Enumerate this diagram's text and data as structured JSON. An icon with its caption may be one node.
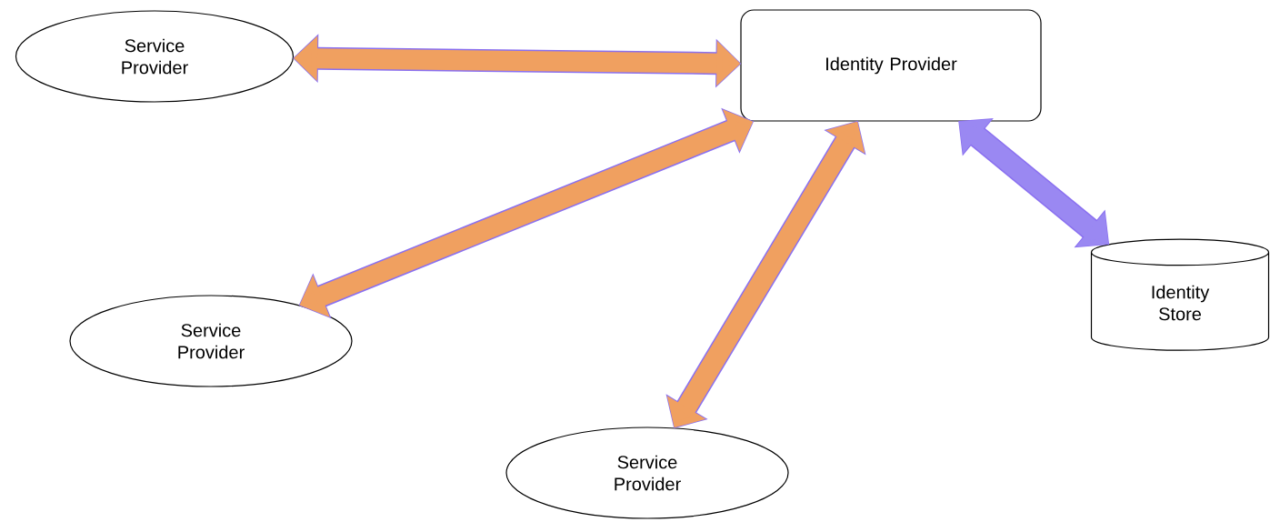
{
  "diagram": {
    "nodes": [
      {
        "text": [
          "Service Provider"
        ]
      },
      {
        "text": [
          "Identity Provider"
        ]
      },
      {
        "text": [
          "Service Provider"
        ]
      },
      {
        "text": [
          "Service Provider"
        ]
      },
      {
        "text": [
          "Identity Store"
        ]
      }
    ],
    "edges": [
      {
        "from": 0,
        "to": 1,
        "arrow": "both"
      },
      {
        "from": 1,
        "to": 2,
        "arrow": "both"
      },
      {
        "from": 1,
        "to": 3,
        "arrow": "both"
      },
      {
        "from": 1,
        "to": 4,
        "arrow": "both",
        "color": "#9a88f2"
      }
    ]
  }
}
